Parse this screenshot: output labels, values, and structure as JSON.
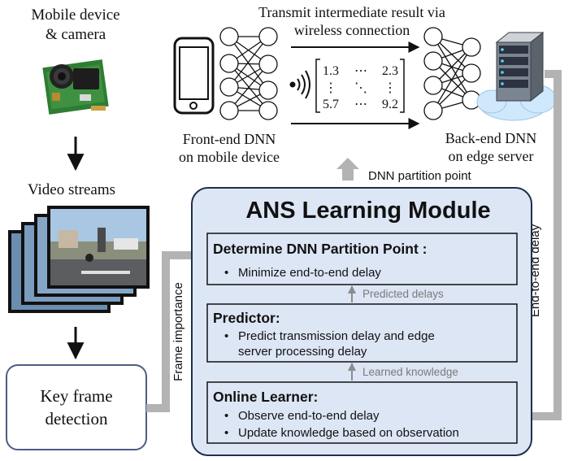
{
  "left": {
    "device_line1": "Mobile device",
    "device_line2": "& camera",
    "video_streams": "Video streams",
    "key_frame_line1": "Key frame",
    "key_frame_line2": "detection",
    "frame_importance": "Frame importance"
  },
  "top": {
    "transmit_line1": "Transmit intermediate result via",
    "transmit_line2": "wireless connection",
    "front_line1": "Front-end DNN",
    "front_line2": "on mobile device",
    "back_line1": "Back-end DNN",
    "back_line2": "on edge server",
    "partition_point": "DNN partition point",
    "end_to_end_delay": "End-to-end delay",
    "matrix": {
      "top_left": "1.3",
      "top_right": "2.3",
      "bottom_left": "5.7",
      "bottom_right": "9.2",
      "hdots": "⋯",
      "vdots": "⋮",
      "ddots": "⋱"
    }
  },
  "module": {
    "title": "ANS Learning Module",
    "determine": {
      "title": "Determine DNN Partition Point :",
      "bullets": [
        "Minimize end-to-end delay"
      ]
    },
    "predicted_delays": "Predicted delays",
    "predictor": {
      "title": "Predictor:",
      "bullets": [
        "Predict transmission delay and edge",
        "server processing delay"
      ]
    },
    "learned_knowledge": "Learned knowledge",
    "online_learner": {
      "title": "Online Learner:",
      "bullets": [
        "Observe end-to-end delay",
        "Update knowledge based on observation"
      ]
    },
    "bullet_char": "•"
  },
  "colors": {
    "module_fill": "#dde6f5",
    "module_stroke": "#1f2f4f",
    "key_frame_stroke": "#4a5e85",
    "gray_arrow": "#b3b3b3",
    "small_arrow": "#8c8c8c",
    "cloud": "#cfe8fb"
  },
  "icons": [
    "camera-board-icon",
    "smartphone-icon",
    "wifi-signal-icon",
    "server-icon",
    "cloud-icon",
    "video-frames-image"
  ]
}
